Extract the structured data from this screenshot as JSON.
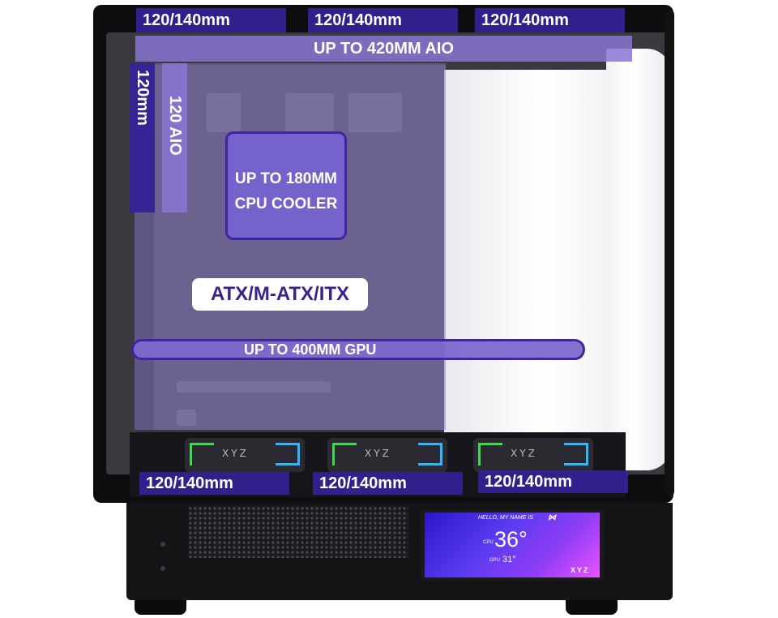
{
  "top_fans": [
    "120/140mm",
    "120/140mm",
    "120/140mm"
  ],
  "aio_top": "UP TO 420MM AIO",
  "rear_fan": "120mm",
  "rear_aio": "120 AIO",
  "cpu_cooler": [
    "UP TO 180MM",
    "CPU COOLER"
  ],
  "motherboard": "ATX/M-ATX/ITX",
  "gpu": "UP TO 400MM GPU",
  "bottom_fans": [
    "120/140mm",
    "120/140mm",
    "120/140mm"
  ],
  "fan_brand": "XYZ",
  "screen": {
    "greeting": "HELLO, MY NAME IS",
    "cpu_label": "CPU",
    "cpu_temp": "36°",
    "gpu_label": "GPU",
    "gpu_temp": "31°",
    "brand": "XYZ"
  },
  "colors": {
    "label_bg": "#34229a",
    "accent_green": "#3ddc4a",
    "accent_blue": "#2fb8ff",
    "screen_gradient_start": "#2a16c8",
    "screen_gradient_end": "#ea53ff"
  }
}
